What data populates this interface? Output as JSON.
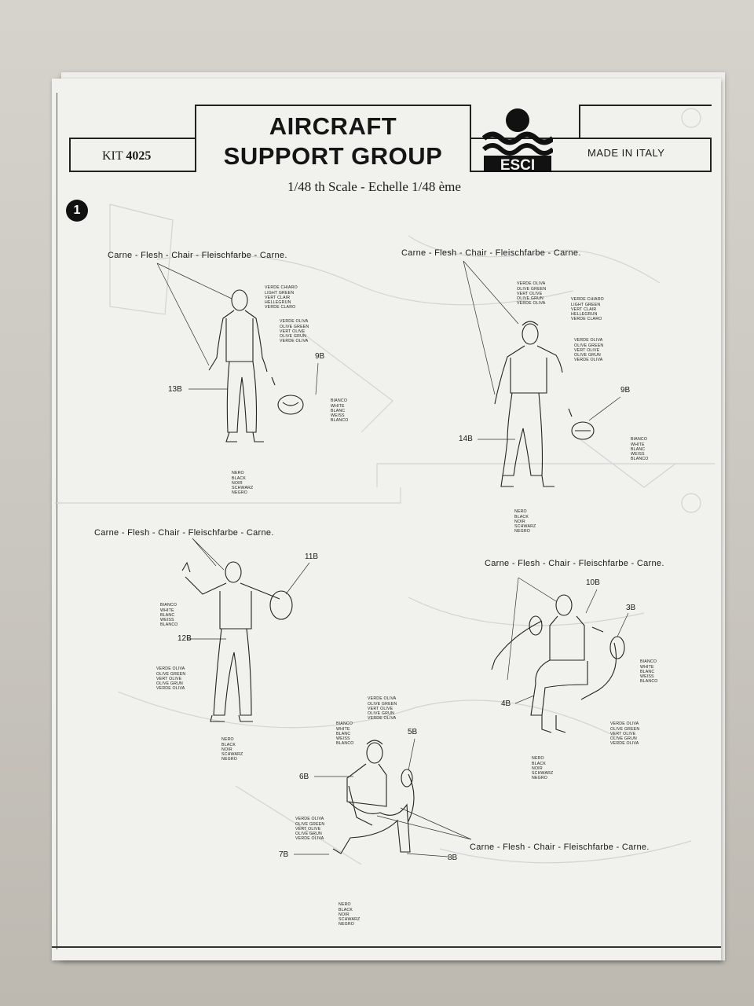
{
  "header": {
    "title_line1": "AIRCRAFT",
    "title_line2": "SUPPORT GROUP",
    "kit_prefix": "KIT",
    "kit_number": "4025",
    "brand": "ESCI",
    "made_in": "MADE IN ITALY",
    "scale": "1/48 th Scale - Echelle 1/48 ème",
    "step_number": "1"
  },
  "flesh_label": "Carne - Flesh - Chair - Fleischfarbe - Carne.",
  "colors": {
    "light_green": [
      "VERDE CHIARO",
      "LIGHT GREEN",
      "VERT CLAIR",
      "HELLEGRUN",
      "VERDE CLARO"
    ],
    "olive": [
      "VERDE OLIVA",
      "OLIVE GREEN",
      "VERT OLIVE",
      "OLIVE GRUN",
      "VERDE OLIVA"
    ],
    "white": [
      "BIANCO",
      "WHITE",
      "BLANC",
      "WEISS",
      "BLANCO"
    ],
    "black": [
      "NERO",
      "BLACK",
      "NOIR",
      "SCHWARZ",
      "NEGRO"
    ]
  },
  "parts": {
    "p9b": "9B",
    "p13b": "13B",
    "p14b": "14B",
    "p11b": "11B",
    "p12b": "12B",
    "p10b": "10B",
    "p3b": "3B",
    "p4b": "4B",
    "p5b": "5B",
    "p6b": "6B",
    "p7b": "7B",
    "p8b": "8B"
  }
}
